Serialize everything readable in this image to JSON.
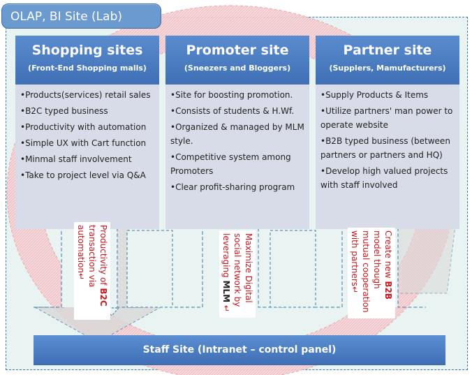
{
  "title": "OLAP, BI Site (Lab)",
  "columns": [
    {
      "title": "Shopping sites",
      "subtitle": "(Front-End Shopping malls)",
      "items": [
        "•Products(services) retail sales",
        "•B2C typed business",
        "•Productivity with automation",
        "•Simple UX with Cart function",
        "•Minmal staff involvement",
        "•Take to project level via Q&A"
      ]
    },
    {
      "title": "Promoter site",
      "subtitle": "(Sneezers and Bloggers)",
      "items": [
        "•Site for boosting promotion.",
        "•Consists of students & H.Wf.",
        "•Organized & managed by MLM style.",
        "•Competitive system among Promoters",
        "•Clear profit-sharing program"
      ]
    },
    {
      "title": "Partner site",
      "subtitle": "(Supplers, Mamufacturers)",
      "items": [
        "•Supply Products & Items",
        "•Utilize partners' man power to operate website",
        "•B2B typed business (between partners or partners and HQ)",
        "•Develop high valued projects with staff involved"
      ]
    }
  ],
  "flows": [
    {
      "line1_pre": "Productivity of ",
      "line1_bold": "B2C",
      "line2": "transaction via",
      "line3": "automation↵"
    },
    {
      "line1": "Maximize Digital",
      "line2": "social network by",
      "line3_pre": "leveraging ",
      "line3_bold": "MLM",
      "line3_post": " ↵"
    },
    {
      "line1_pre": "Create new ",
      "line1_bold": "B2B",
      "line2": "model though",
      "line3": "mutual cooperation",
      "line4": "with partners↵"
    }
  ],
  "staff_site": "Staff Site (Intranet – control panel)",
  "colors": {
    "background": "#e9f4f2",
    "header_blue": "#4a7cc2",
    "body_grey": "#d8dce8",
    "flow_text": "#c8161d",
    "ring": "#f2c4c8"
  }
}
